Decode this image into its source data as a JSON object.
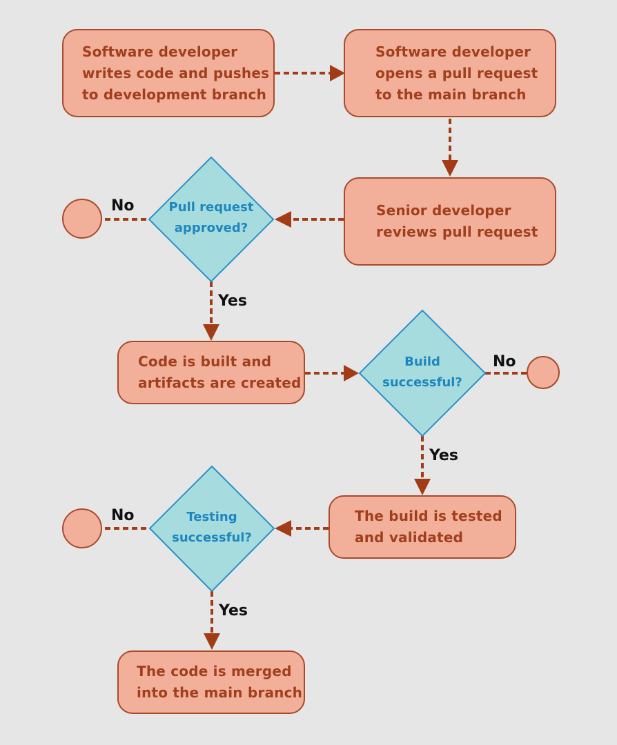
{
  "colors": {
    "background": "#e6e6e6",
    "process_fill": "#f2b09a",
    "process_border": "#a84a2c",
    "process_text": "#a13f1d",
    "decision_fill": "#a6dcde",
    "decision_border": "#2a8fc9",
    "decision_text": "#1d86bf",
    "arrow": "#a23c17",
    "label_text": "#111111"
  },
  "nodes": {
    "write_code": "Software developer\nwrites code and pushes\nto development branch",
    "open_pr": "Software developer\nopens a pull request\nto the main branch",
    "review_pr": "Senior developer\nreviews pull request",
    "pr_approved": "Pull request\napproved?",
    "build": "Code is built and\nartifacts are created",
    "build_ok": "Build\nsuccessful?",
    "test": "The build is tested\nand validated",
    "test_ok": "Testing\nsuccessful?",
    "merge": "The code is merged\ninto the main branch"
  },
  "labels": {
    "pr_no": "No",
    "pr_yes": "Yes",
    "build_no": "No",
    "build_yes": "Yes",
    "test_no": "No",
    "test_yes": "Yes"
  }
}
